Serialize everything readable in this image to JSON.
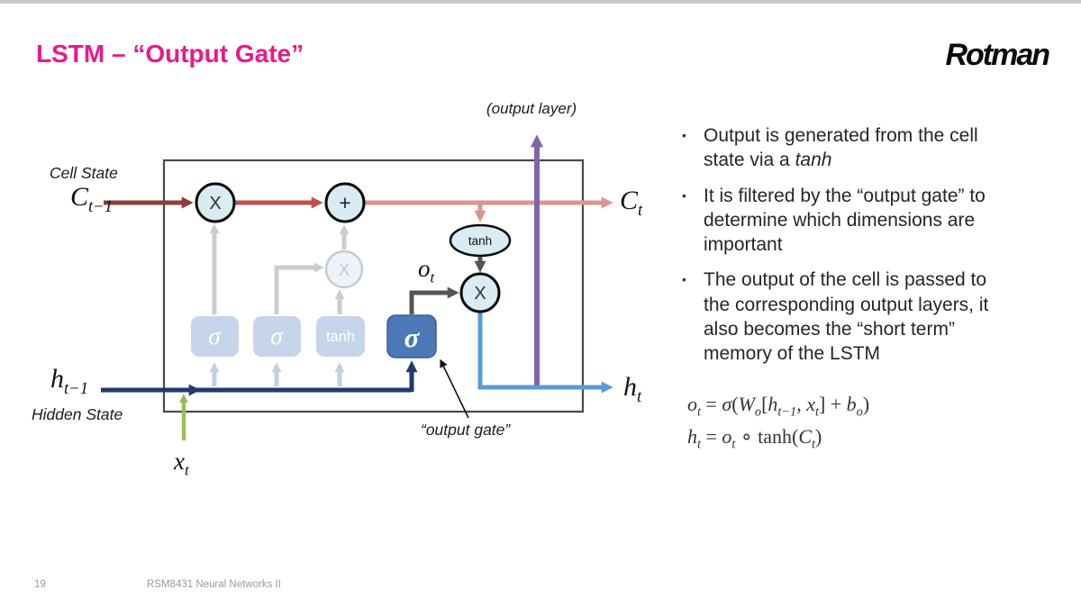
{
  "slide": {
    "title": "LSTM – “Output Gate”",
    "title_color": "#E9198B",
    "top_bar_color": "#C9C9CD",
    "logo_text": "Rotman",
    "page_number": "19",
    "footer_text": "RSM8431 Neural Networks II"
  },
  "diagram": {
    "cell_state_label": "Cell State",
    "hidden_state_label": "Hidden State",
    "output_layer_label": "(output layer)",
    "output_gate_label": "“output gate”",
    "c_prev_base": "C",
    "c_prev_sub": "t−1",
    "c_out_base": "C",
    "c_out_sub": "t",
    "h_prev_base": "h",
    "h_prev_sub": "t−1",
    "h_out_base": "h",
    "h_out_sub": "t",
    "x_in_base": "x",
    "x_in_sub": "t",
    "o_gate_base": "o",
    "o_gate_sub": "t",
    "node_multiply_1": "X",
    "node_add": "+",
    "node_tanh_oval": "tanh",
    "node_multiply_2": "X",
    "node_multiply_faded": "X",
    "gate1": "σ",
    "gate2": "σ",
    "gate3": "tanh",
    "gate4": "σ",
    "colors": {
      "cell_line_dark": "#8E3C3C",
      "cell_line_mid": "#C0504D",
      "cell_line_light": "#DB9490",
      "hidden_line_navy": "#1F3B6E",
      "output_line_blue": "#5B9BD5",
      "output_layer_purple": "#7E66A6",
      "input_line_green": "#9BBB59",
      "gate_active_fill": "#4C79B5",
      "gate_faded_fill": "#C7D5EA",
      "node_fill": "#D9EBF3"
    }
  },
  "bullets": {
    "dot": "•",
    "b1_pre": "Output is generated from the cell state via a ",
    "b1_italic": "tanh",
    "b2": "It is filtered by the “output gate” to determine which dimensions are important",
    "b3": "The output of the cell is passed to the corresponding output layers, it also becomes the “short term” memory of the LSTM"
  },
  "equations": {
    "eq1": {
      "p1": "o",
      "p2": "t",
      "p3": " = ",
      "p4": "σ",
      "p5": "(",
      "p6": "W",
      "p7": "o",
      "p8": "[",
      "p9": "h",
      "p10": "t−1",
      "p11": ", ",
      "p12": "x",
      "p13": "t",
      "p14": "] + ",
      "p15": "b",
      "p16": "o",
      "p17": ")"
    },
    "eq2": {
      "p1": "h",
      "p2": "t",
      "p3": " = ",
      "p4": "o",
      "p5": "t",
      "p6": " ∘ tanh(",
      "p7": "C",
      "p8": "t",
      "p9": ")"
    }
  }
}
